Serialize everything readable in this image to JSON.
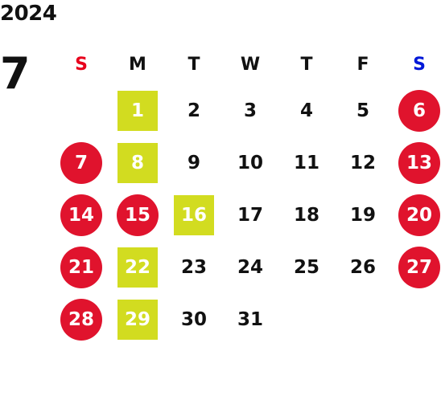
{
  "calendar": {
    "year": "2024",
    "month": "7",
    "weekday_headers": [
      {
        "label": "S",
        "color": "#e8001c"
      },
      {
        "label": "M",
        "color": "#111111"
      },
      {
        "label": "T",
        "color": "#111111"
      },
      {
        "label": "W",
        "color": "#111111"
      },
      {
        "label": "T",
        "color": "#111111"
      },
      {
        "label": "F",
        "color": "#111111"
      },
      {
        "label": "S",
        "color": "#0018d8"
      }
    ],
    "first_weekday_index": 1,
    "days_in_month": 31,
    "holiday_days": [
      6,
      7,
      13,
      14,
      15,
      20,
      21,
      27,
      28
    ],
    "marked_days": [
      1,
      8,
      16,
      22,
      29
    ],
    "colors": {
      "holiday_circle": "#e0132d",
      "marked_square": "#d2dc20"
    }
  }
}
